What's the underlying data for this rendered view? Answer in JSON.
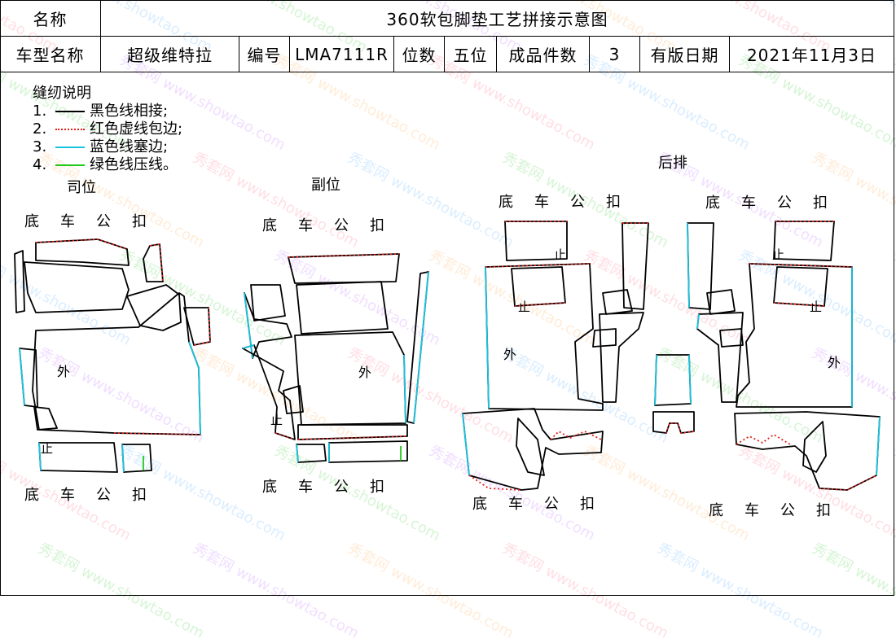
{
  "header": {
    "name_label": "名称",
    "title": "360软包脚垫工艺拼接示意图",
    "model_label": "车型名称",
    "model_value": "超级维特拉",
    "code_label": "编号",
    "code_value": "LMA7111R",
    "seat_label": "位数",
    "seat_value": "五位",
    "count_label": "成品件数",
    "count_value": "3",
    "date_label": "有版日期",
    "date_value": "2021年11月3日"
  },
  "legend": {
    "title": "缝纫说明",
    "items": [
      {
        "num": "1.",
        "text": "黑色线相接;",
        "color": "#000000",
        "style": "solid"
      },
      {
        "num": "2.",
        "text": "红色虚线包边;",
        "color": "#e0201b",
        "style": "dotted"
      },
      {
        "num": "3.",
        "text": "蓝色线塞边;",
        "color": "#19c3e0",
        "style": "solid"
      },
      {
        "num": "4.",
        "text": "绿色线压线。",
        "color": "#22c81e",
        "style": "solid"
      }
    ]
  },
  "sections": {
    "driver": "司位",
    "passenger": "副位",
    "rear": "后排"
  },
  "labels": {
    "clip": "底车公扣",
    "outer": "外",
    "stop": "止"
  },
  "colors": {
    "black": "#000000",
    "red": "#e0201b",
    "cyan": "#19c3e0",
    "green": "#22c81e"
  },
  "watermark": {
    "brand": "秀套网",
    "url": "www.showtao.com"
  }
}
